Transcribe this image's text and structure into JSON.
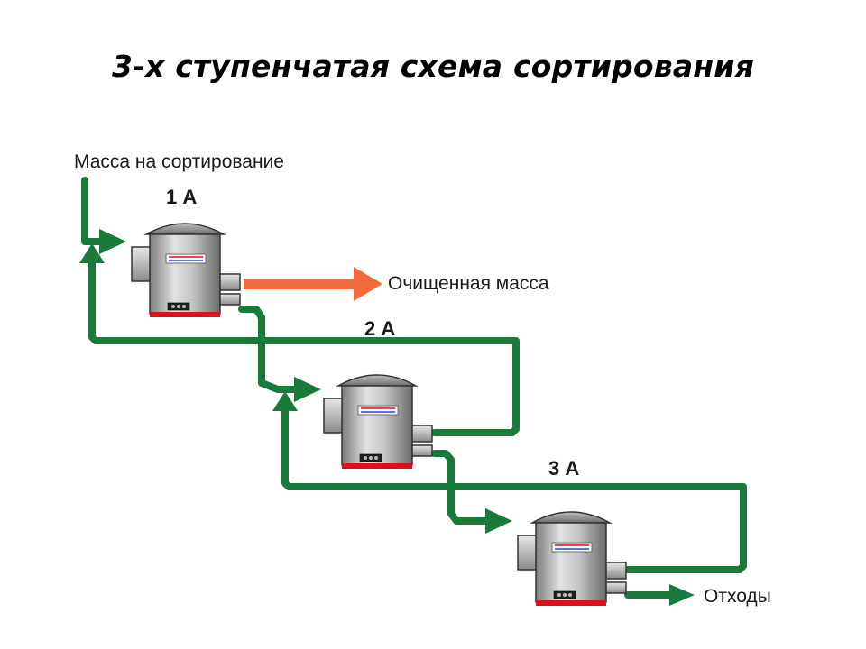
{
  "title": "3-х ступенчатая схема сортирования",
  "labels": {
    "input": "Масса на сортирование",
    "stage1": "1 А",
    "stage2": "2 А",
    "stage3": "3 А",
    "accepts": "Очищенная масса",
    "rejects": "Отходы"
  },
  "colors": {
    "flow_pipe": "#1a7a3a",
    "accepts_arrow": "#f26a3c",
    "tank_base": "#d9121a"
  },
  "icons": {
    "tank": "pressure-screen-icon"
  }
}
